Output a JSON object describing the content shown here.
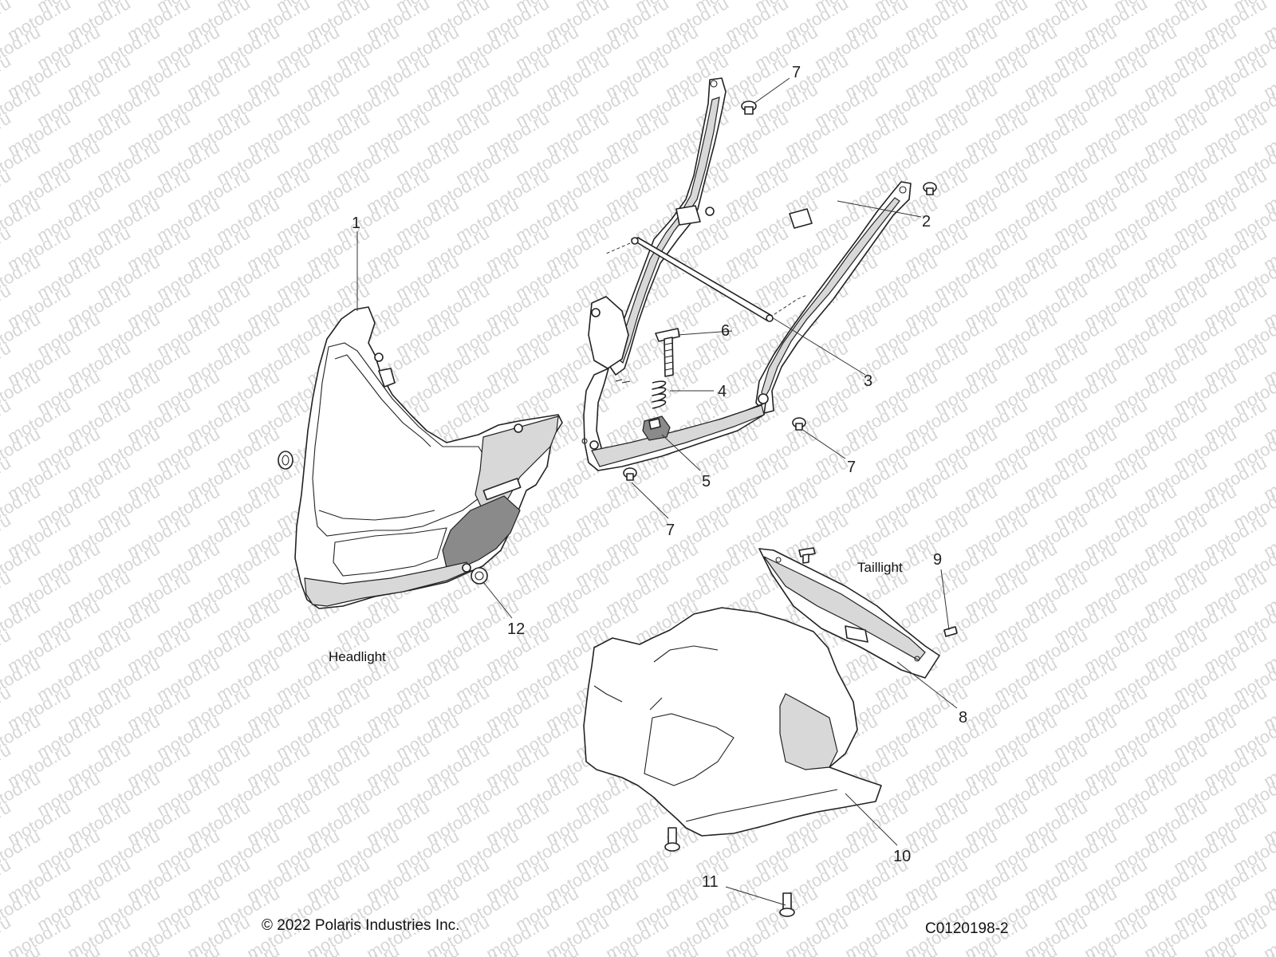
{
  "watermark": "motod.ru",
  "callouts": {
    "c1": "1",
    "c2": "2",
    "c3": "3",
    "c4": "4",
    "c5": "5",
    "c6": "6",
    "c7a": "7",
    "c7b": "7",
    "c7c": "7",
    "c8": "8",
    "c9": "9",
    "c10": "10",
    "c11": "11",
    "c12": "12"
  },
  "labels": {
    "headlight": "Headlight",
    "taillight": "Taillight"
  },
  "footer": {
    "copyright": "© 2022 Polaris Industries Inc.",
    "diagram_code": "C0120198-2"
  },
  "colors": {
    "line": "#222222",
    "watermark": "#d6d6d6"
  }
}
